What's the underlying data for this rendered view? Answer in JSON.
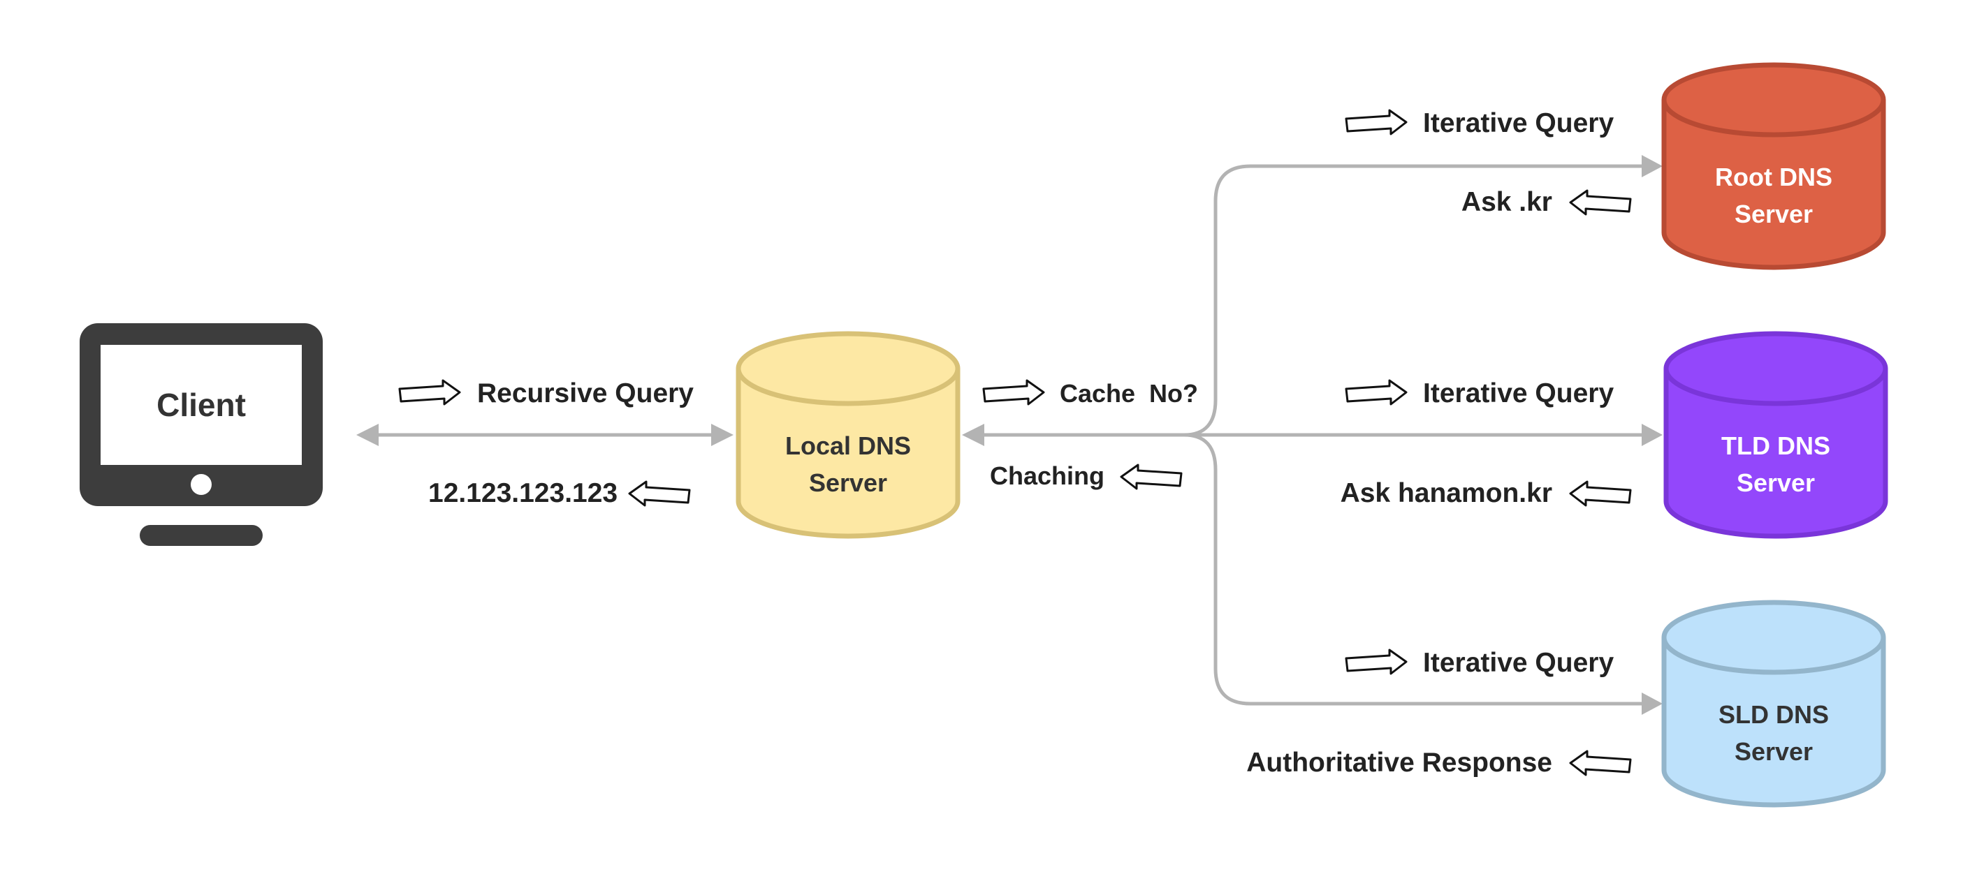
{
  "nodes": {
    "client": {
      "label": "Client",
      "color": "#3d3d3d"
    },
    "local_dns": {
      "line1": "Local DNS",
      "line2": "Server",
      "fill": "#fde8a4",
      "stroke": "#d8c176",
      "text_color": "#333333"
    },
    "root_dns": {
      "line1": "Root DNS",
      "line2": "Server",
      "fill": "#dd6145",
      "stroke": "#b84a33",
      "text_color": "#ffffff"
    },
    "tld_dns": {
      "line1": "TLD DNS",
      "line2": "Server",
      "fill": "#9347fb",
      "stroke": "#7a35d9",
      "text_color": "#ffffff"
    },
    "sld_dns": {
      "line1": "SLD DNS",
      "line2": "Server",
      "fill": "#bde1fb",
      "stroke": "#93b5cb",
      "text_color": "#333333"
    }
  },
  "edges": {
    "color": "#b3b3b3",
    "recursive_query": "Recursive Query",
    "ip_response": "12.123.123.123",
    "cache_check": "Cache  No?",
    "caching": "Chaching",
    "root_query": "Iterative Query",
    "root_response": "Ask .kr",
    "tld_query": "Iterative Query",
    "tld_response": "Ask hanamon.kr",
    "sld_query": "Iterative Query",
    "sld_response": "Authoritative Response"
  },
  "colors": {
    "ip_response": "#f28f1a",
    "root_response": "#dd6145",
    "tld_response": "#9347fb",
    "sld_response": "#2a96f4"
  },
  "icons": {
    "forward": "arrow-right-outline-icon",
    "back": "arrow-left-outline-icon",
    "client": "monitor-icon"
  }
}
